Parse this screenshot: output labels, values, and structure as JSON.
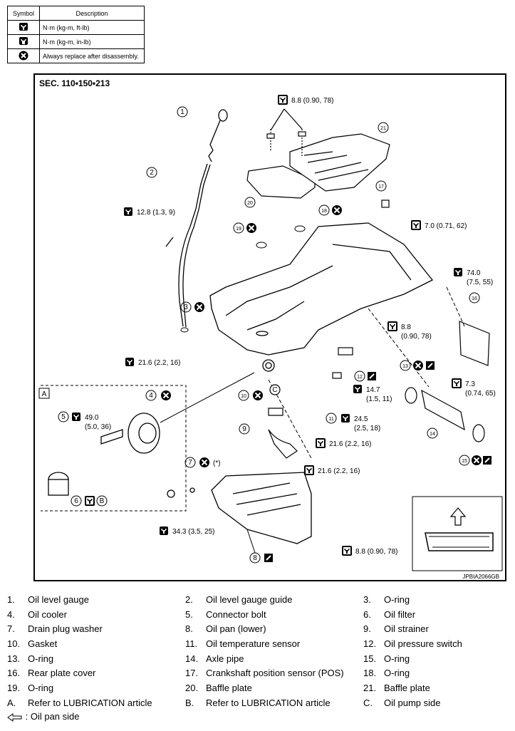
{
  "legend": {
    "header_symbol": "Symbol",
    "header_description": "Description",
    "rows": [
      {
        "icon": "torque-wrench-icon",
        "text": "N·m (kg-m, ft-lb)"
      },
      {
        "icon": "torque-wrench-inlb-icon",
        "text": "N·m (kg-m, in-lb)"
      },
      {
        "icon": "always-replace-icon",
        "text": "Always replace after disassembly."
      }
    ]
  },
  "diagram": {
    "section": "SEC. 110•150•213",
    "code": "JPBIA2066GB",
    "torques": {
      "t_baffle": "8.8 (0.90, 78)",
      "t_gauge_guide": "12.8 (1.3, 9)",
      "t_pos_sensor": "7.0 (0.71, 62)",
      "t_upper_right": "74.0",
      "t_upper_right_b": "(7.5, 55)",
      "t_mid_right": "8.8",
      "t_mid_right_b": "(0.90, 78)",
      "t_left_bolt": "21.6 (2.2, 16)",
      "t_plate_cover": "7.3",
      "t_plate_cover_b": "(0.74, 65)",
      "t_connector": "49.0",
      "t_connector_b": "(5.0, 36)",
      "t_switch": "14.7",
      "t_switch_b": "(1.5, 11)",
      "t_temp_sensor": "24.5",
      "t_temp_sensor_b": "(2.5, 18)",
      "t_strainer": "21.6 (2.2, 16)",
      "t_lower_bolt": "21.6 (2.2, 16)",
      "t_drain": "34.3 (3.5, 25)",
      "t_pan": "8.8 (0.90, 78)",
      "drain_star": "(*)"
    },
    "callouts": [
      "1",
      "2",
      "3",
      "4",
      "5",
      "6",
      "7",
      "8",
      "9",
      "10",
      "11",
      "12",
      "13",
      "14",
      "15",
      "16",
      "17",
      "18",
      "19",
      "20",
      "21"
    ],
    "letters": {
      "a": "A",
      "b": "B",
      "c": "C"
    }
  },
  "parts": [
    [
      "1.",
      "Oil level gauge",
      "2.",
      "Oil level gauge guide",
      "3.",
      "O-ring"
    ],
    [
      "4.",
      "Oil cooler",
      "5.",
      "Connector bolt",
      "6.",
      "Oil filter"
    ],
    [
      "7.",
      "Drain plug washer",
      "8.",
      "Oil pan (lower)",
      "9.",
      "Oil strainer"
    ],
    [
      "10.",
      "Gasket",
      "11.",
      "Oil temperature sensor",
      "12.",
      "Oil pressure switch"
    ],
    [
      "13.",
      "O-ring",
      "14.",
      "Axle pipe",
      "15.",
      "O-ring"
    ],
    [
      "16.",
      "Rear plate cover",
      "17.",
      "Crankshaft position sensor (POS)",
      "18.",
      "O-ring"
    ],
    [
      "19.",
      "O-ring",
      "20.",
      "Baffle plate",
      "21.",
      "Baffle plate"
    ],
    [
      "A.",
      "Refer to LUBRICATION article",
      "B.",
      "Refer to LUBRICATION article",
      "C.",
      "Oil pump side"
    ]
  ],
  "note": ": Oil pan side"
}
